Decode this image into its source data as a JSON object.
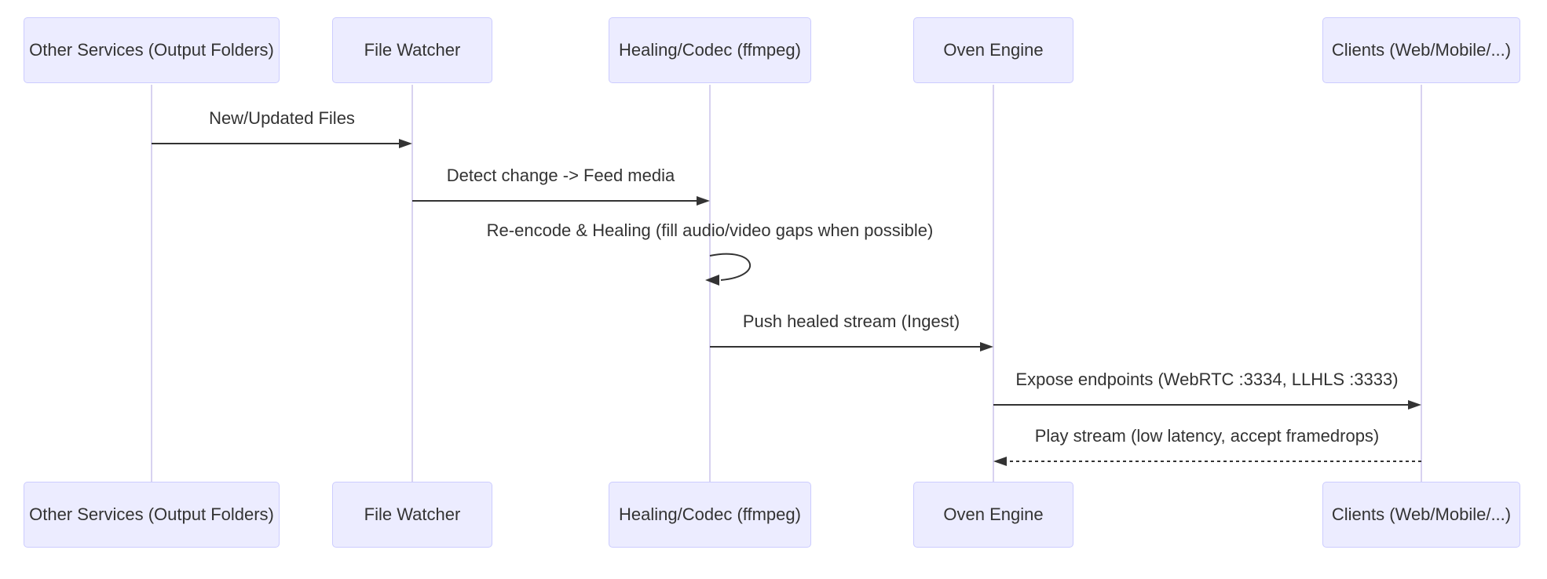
{
  "diagram": {
    "type": "sequence-diagram",
    "participants": [
      {
        "id": "other-services",
        "label": "Other Services (Output Folders)"
      },
      {
        "id": "file-watcher",
        "label": "File Watcher"
      },
      {
        "id": "healing-codec",
        "label": "Healing/Codec (ffmpeg)"
      },
      {
        "id": "oven-engine",
        "label": "Oven Engine"
      },
      {
        "id": "clients",
        "label": "Clients (Web/Mobile/...)"
      }
    ],
    "messages": [
      {
        "from": "other-services",
        "to": "file-watcher",
        "style": "solid",
        "label": "New/Updated Files"
      },
      {
        "from": "file-watcher",
        "to": "healing-codec",
        "style": "solid",
        "label": "Detect change -> Feed media"
      },
      {
        "from": "healing-codec",
        "to": "healing-codec",
        "style": "self-loop",
        "label": "Re-encode & Healing (fill audio/video gaps when possible)"
      },
      {
        "from": "healing-codec",
        "to": "oven-engine",
        "style": "solid",
        "label": "Push healed stream (Ingest)"
      },
      {
        "from": "oven-engine",
        "to": "clients",
        "style": "solid",
        "label": "Expose endpoints (WebRTC :3334, LLHLS :3333)"
      },
      {
        "from": "clients",
        "to": "oven-engine",
        "style": "dashed",
        "label": "Play stream (low latency, accept framedrops)"
      }
    ],
    "colors": {
      "actor_fill": "#ECECFF",
      "actor_border": "#CCCCFF",
      "lifeline": "#D8D2F0",
      "arrow": "#333333",
      "text": "#333333",
      "background": "#FFFFFF"
    }
  }
}
